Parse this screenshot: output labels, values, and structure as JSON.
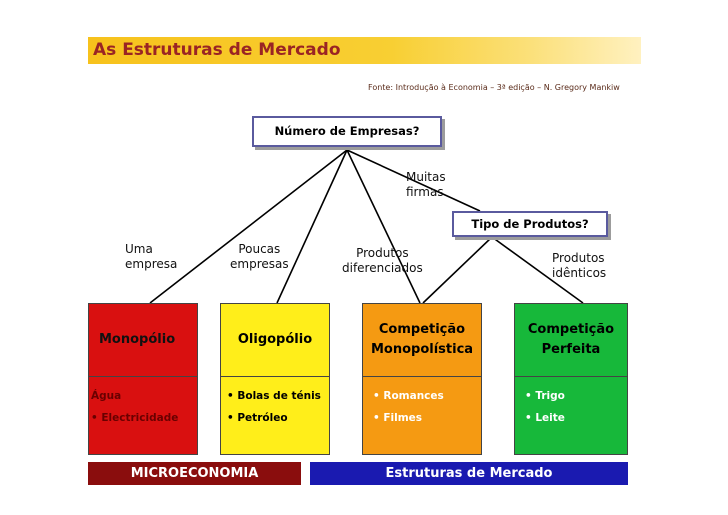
{
  "title": "As Estruturas de Mercado",
  "source": "Fonte: Introdução à Economia – 3ª edição – N. Gregory Mankiw",
  "question_firms": "Número de Empresas?",
  "question_products": "Tipo de Produtos?",
  "branch_labels": {
    "uma_empresa": "Uma\nempresa",
    "poucas_empresas": "Poucas\nempresas",
    "muitas_firmas": "Muitas\nfirmas",
    "produtos_diferenciados": "Produtos\ndiferenciados",
    "produtos_identicos": "Produtos\nidênticos"
  },
  "markets": [
    {
      "name": "Monopólio",
      "items": [
        "Água",
        "• Electricidade"
      ]
    },
    {
      "name": "Oligopólio",
      "items": [
        "• Bolas de ténis",
        "• Petróleo"
      ]
    },
    {
      "name": "Competição\nMonopolística",
      "items": [
        "• Romances",
        "• Filmes"
      ]
    },
    {
      "name": "Competição\nPerfeita",
      "items": [
        "• Trigo",
        "• Leite"
      ]
    }
  ],
  "footer": {
    "left": "MICROECONOMIA",
    "right": "Estruturas de Mercado"
  },
  "colors": {
    "monopolio": "#d91010",
    "oligopolio": "#ffee1a",
    "competicao_monopolistica": "#f59a12",
    "competicao_perfeita": "#17b83a",
    "footer_left": "#8a0d0d",
    "footer_right": "#1a1ab0"
  }
}
